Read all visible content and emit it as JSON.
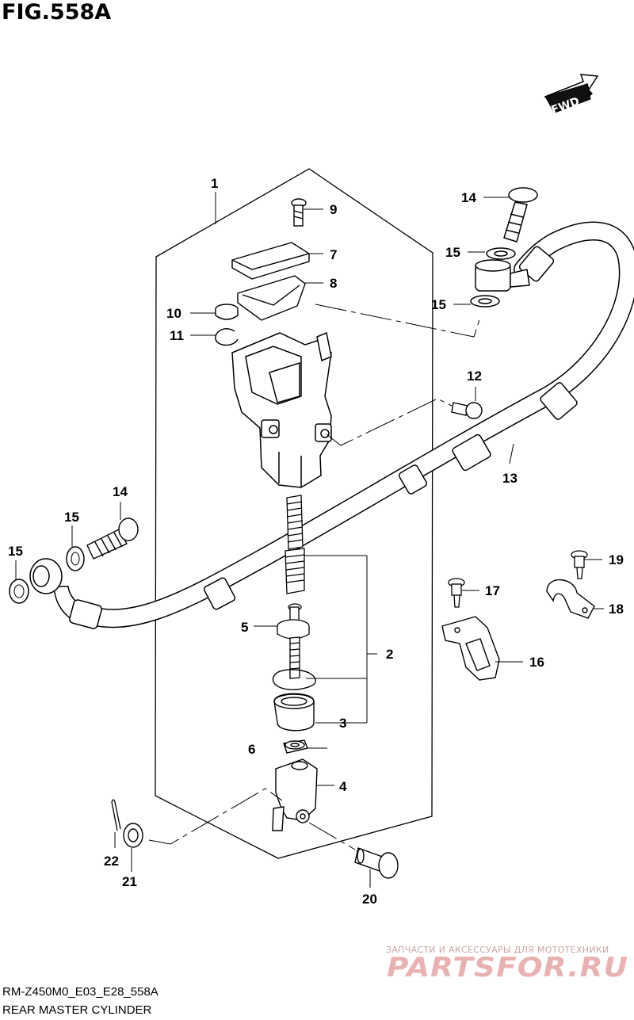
{
  "figure": {
    "title": "FIG.558A",
    "model_code": "RM-Z450M0_E03_E28_558A",
    "caption": "REAR MASTER CYLINDER",
    "direction_label": "FWD"
  },
  "watermark": {
    "tagline": "ЗАПЧАСТИ И АКСЕССУАРЫ ДЛЯ МОТОТЕХНИКИ",
    "logo_text": "PARTSFOR.RU",
    "color": "#e8b2b2"
  },
  "callouts": [
    {
      "id": "c1",
      "label": "1"
    },
    {
      "id": "c9",
      "label": "9"
    },
    {
      "id": "c7",
      "label": "7"
    },
    {
      "id": "c8",
      "label": "8"
    },
    {
      "id": "c10",
      "label": "10"
    },
    {
      "id": "c11",
      "label": "11"
    },
    {
      "id": "c14a",
      "label": "14"
    },
    {
      "id": "c15a",
      "label": "15"
    },
    {
      "id": "c15b",
      "label": "15"
    },
    {
      "id": "c12",
      "label": "12"
    },
    {
      "id": "c13",
      "label": "13"
    },
    {
      "id": "c14b",
      "label": "14"
    },
    {
      "id": "c15c",
      "label": "15"
    },
    {
      "id": "c15d",
      "label": "15"
    },
    {
      "id": "c5",
      "label": "5"
    },
    {
      "id": "c2",
      "label": "2"
    },
    {
      "id": "c3",
      "label": "3"
    },
    {
      "id": "c6",
      "label": "6"
    },
    {
      "id": "c4",
      "label": "4"
    },
    {
      "id": "c19",
      "label": "19"
    },
    {
      "id": "c17",
      "label": "17"
    },
    {
      "id": "c18",
      "label": "18"
    },
    {
      "id": "c16",
      "label": "16"
    },
    {
      "id": "c22",
      "label": "22"
    },
    {
      "id": "c21",
      "label": "21"
    },
    {
      "id": "c20",
      "label": "20"
    }
  ]
}
